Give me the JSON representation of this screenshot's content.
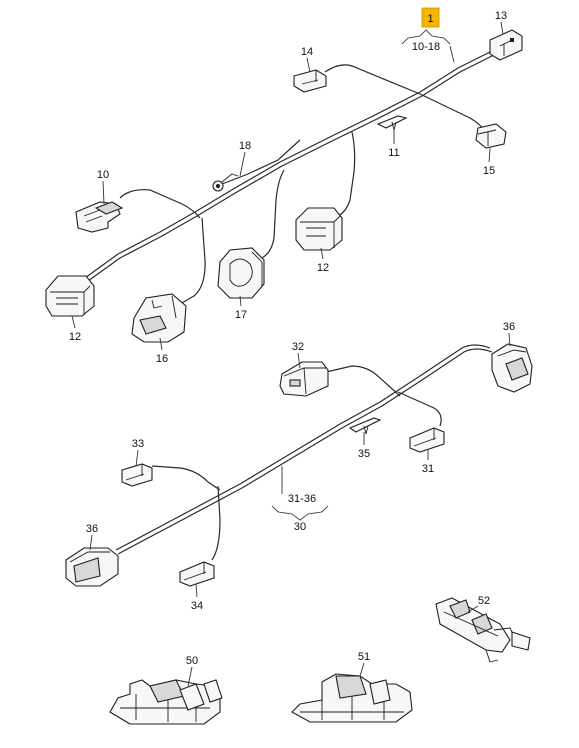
{
  "diagram": {
    "highlight_color": "#f5b400",
    "main_assembly": {
      "number": "1",
      "range": "10-18"
    },
    "sub_assembly": {
      "number": "30",
      "range": "31-36"
    },
    "labels": {
      "l10": "10",
      "l11": "11",
      "l12a": "12",
      "l12b": "12",
      "l13": "13",
      "l14": "14",
      "l15": "15",
      "l16": "16",
      "l17": "17",
      "l18": "18",
      "l31": "31",
      "l32": "32",
      "l33": "33",
      "l34": "34",
      "l35": "35",
      "l36a": "36",
      "l36b": "36",
      "l50": "50",
      "l51": "51",
      "l52": "52"
    }
  }
}
